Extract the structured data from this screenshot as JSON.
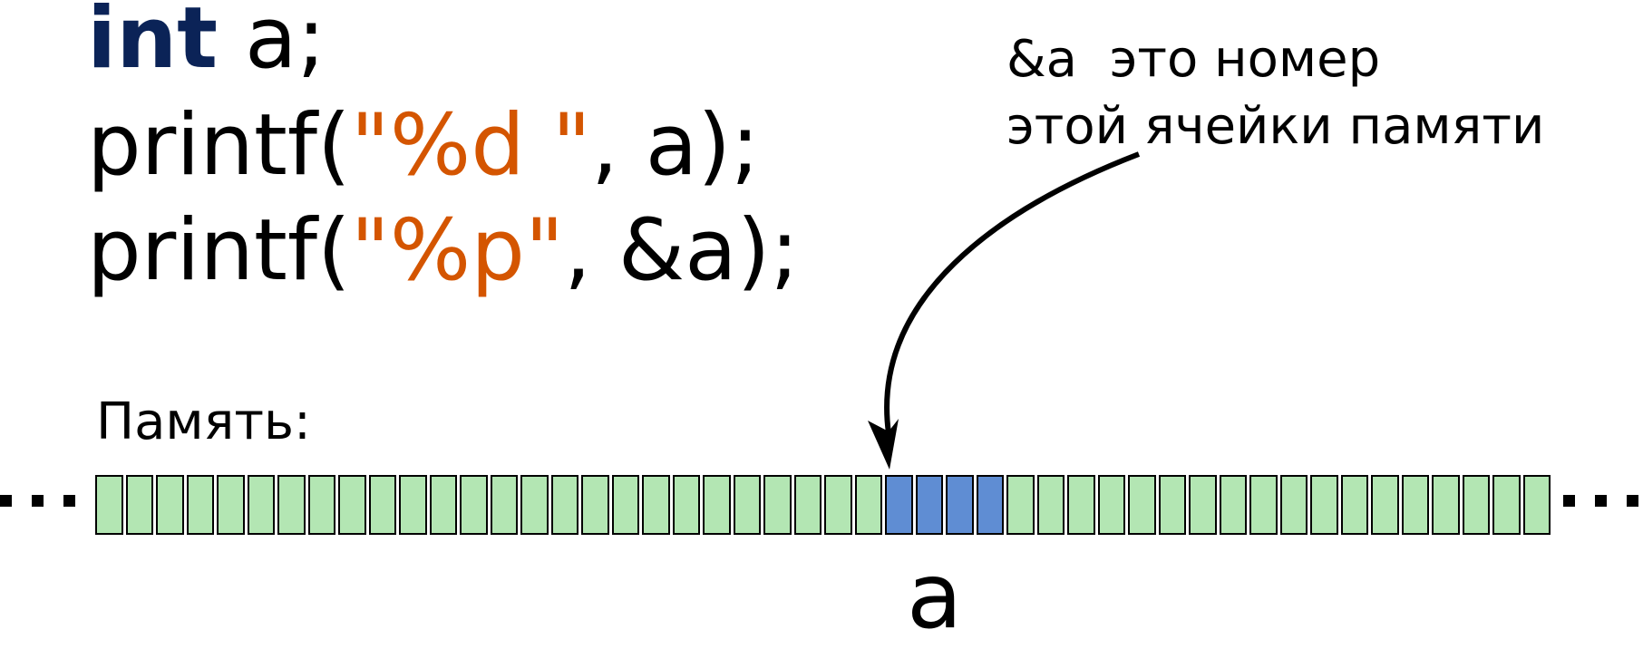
{
  "code": {
    "line1": {
      "keyword": "int",
      "rest": " a;"
    },
    "line2": {
      "prefix": "printf(",
      "string": "\"%d \"",
      "suffix": ", a);"
    },
    "line3": {
      "prefix": "printf(",
      "string": "\"%p\"",
      "suffix": ", &a);"
    }
  },
  "annotation": {
    "line1": "&a  это номер",
    "line2": "этой ячейки памяти"
  },
  "memory_label": "Память:",
  "variable_label": "a",
  "memory": {
    "cell_count": 48,
    "highlight_start": 26,
    "highlight_count": 4
  },
  "colors": {
    "keyword": "#0b2357",
    "string": "#d45500",
    "text": "#000000",
    "cell_normal": "#b3e6b3",
    "cell_highlight": "#5f8dd3",
    "cell_border": "#000000"
  }
}
